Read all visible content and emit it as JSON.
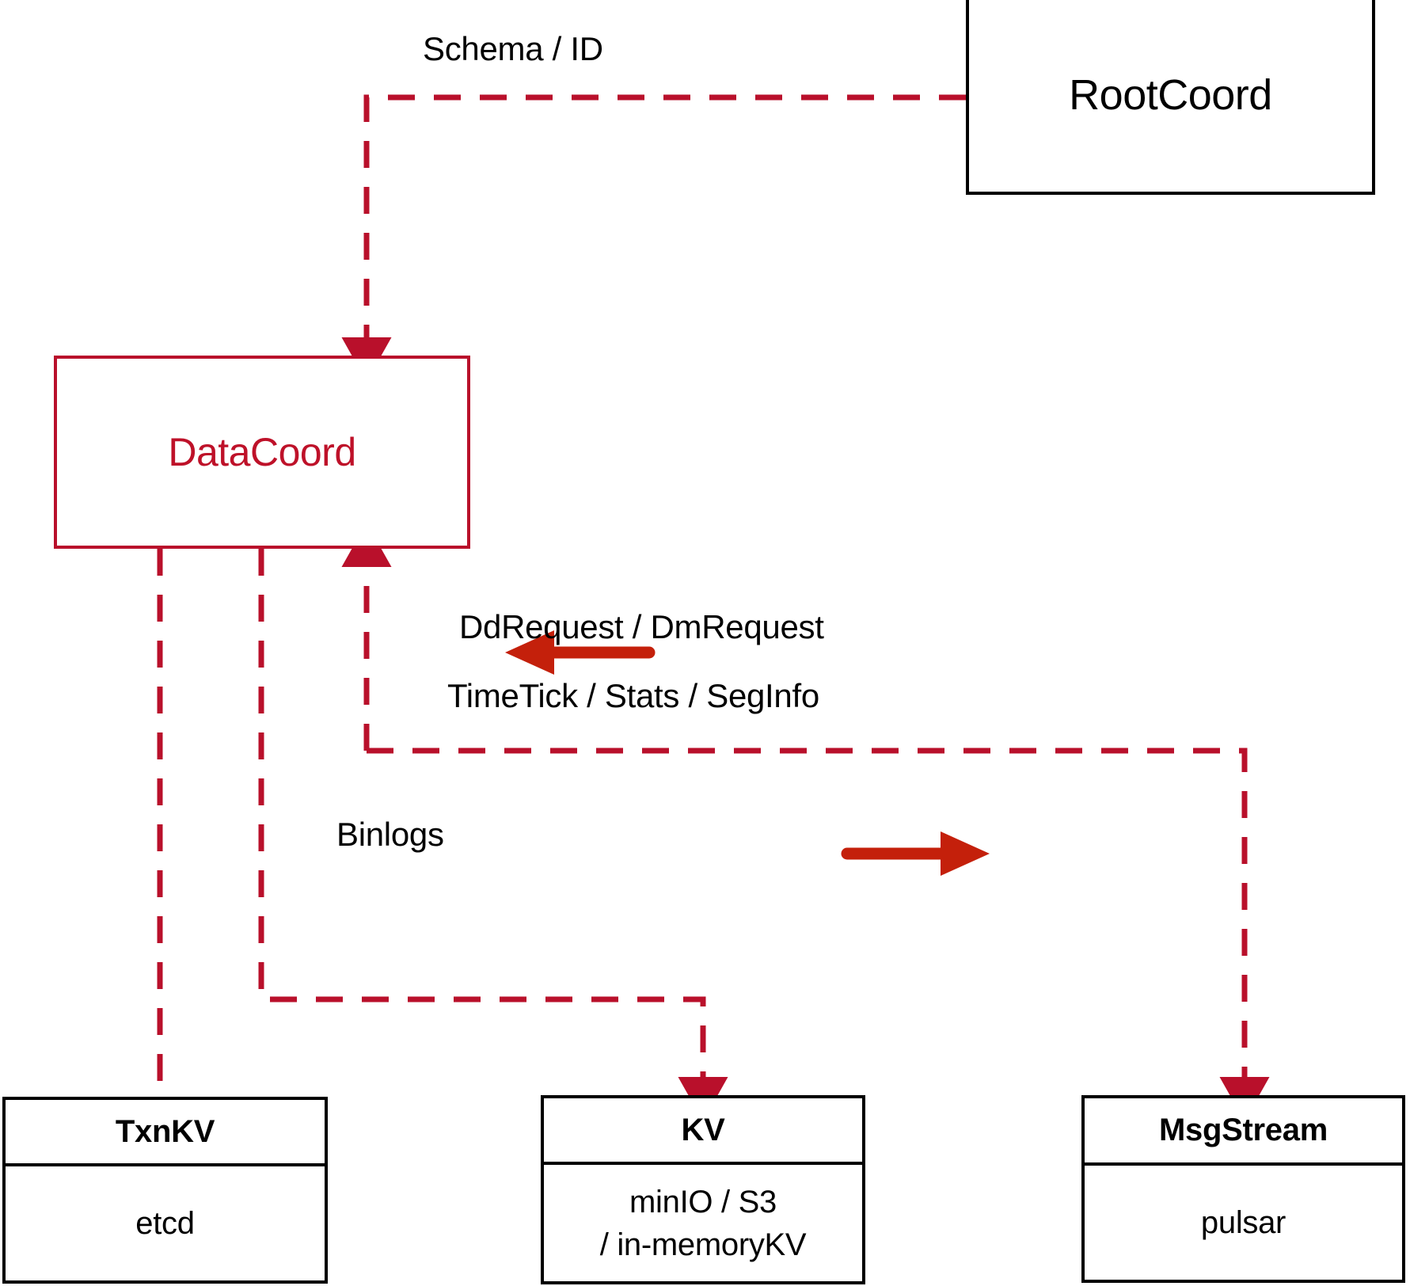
{
  "diagram": {
    "title": "DataCoord component relationships",
    "colors": {
      "accent_red": "#BE1129",
      "edge_red": "#B9102B",
      "solid_arrow_red": "#C4200B",
      "node_black": "#000000",
      "background": "#FFFFFF"
    }
  },
  "nodes": {
    "rootcoord": {
      "label": "RootCoord"
    },
    "datacoord": {
      "label": "DataCoord"
    },
    "txnkv": {
      "title": "TxnKV",
      "line1": "etcd",
      "line2": ""
    },
    "kv": {
      "title": "KV",
      "line1": "minIO / S3",
      "line2": "/ in-memoryKV"
    },
    "msgstream": {
      "title": "MsgStream",
      "line1": "pulsar",
      "line2": ""
    }
  },
  "edges": {
    "schema_id": {
      "label": "Schema / ID"
    },
    "dd_dm_request": {
      "label": "DdRequest / DmRequest"
    },
    "timetick_stats_seginfo": {
      "label": "TimeTick / Stats / SegInfo"
    },
    "binlogs": {
      "label": "Binlogs"
    }
  }
}
